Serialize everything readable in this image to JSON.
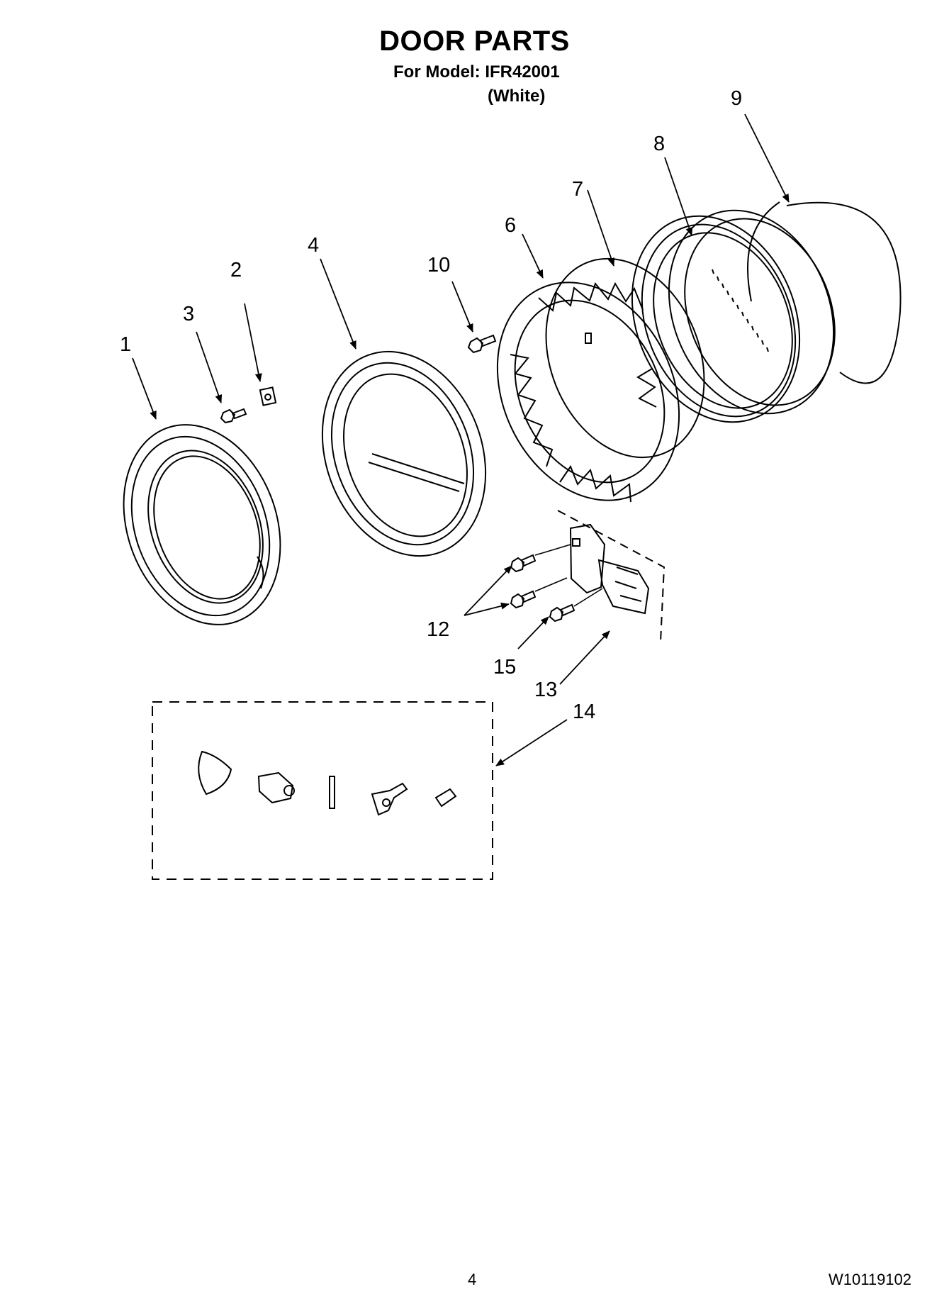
{
  "header": {
    "title": "DOOR PARTS",
    "model_line": "For Model: IFR42001",
    "color_line": "(White)"
  },
  "callouts": [
    "1",
    "2",
    "3",
    "4",
    "6",
    "7",
    "8",
    "9",
    "10",
    "12",
    "13",
    "14",
    "15"
  ],
  "footer": {
    "page_number": "4",
    "document_number": "W10119102"
  }
}
